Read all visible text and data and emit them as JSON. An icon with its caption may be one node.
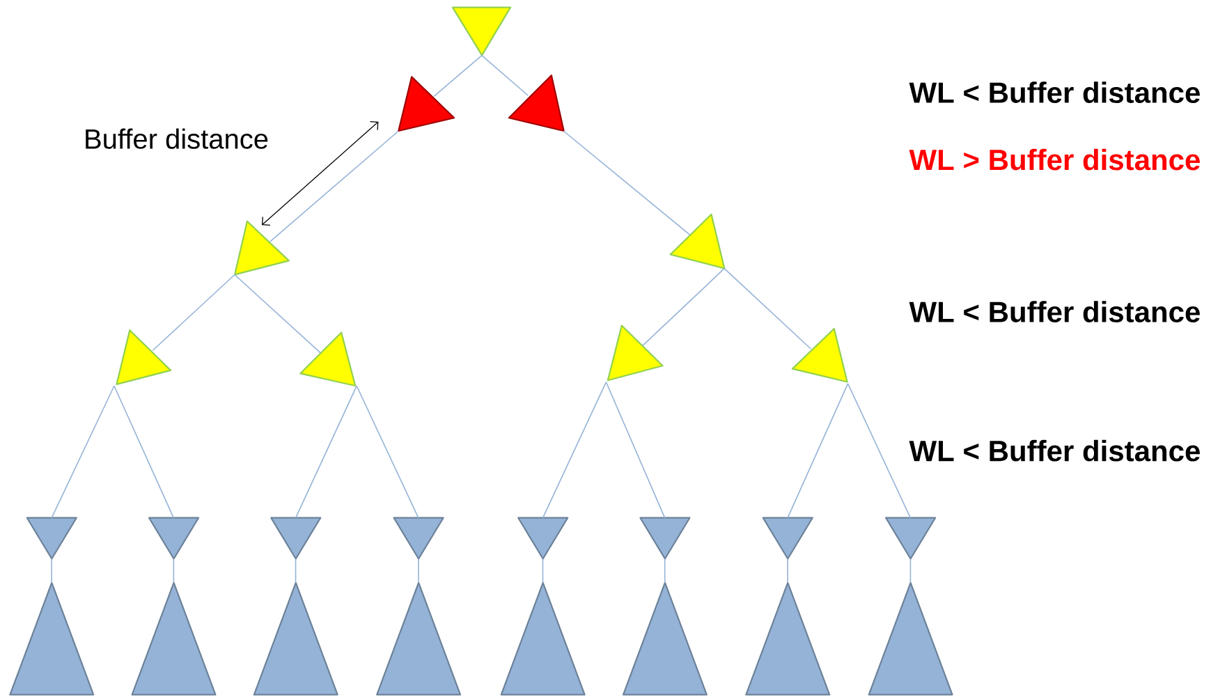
{
  "diagram": {
    "nodes": [
      {
        "text": [],
        "shape": "triangle"
      },
      {
        "text": [],
        "shape": "triangle"
      },
      {
        "text": [],
        "shape": "triangle"
      },
      {
        "text": [],
        "shape": "triangle"
      },
      {
        "text": [],
        "shape": "triangle"
      },
      {
        "text": [],
        "shape": "triangle"
      },
      {
        "text": [],
        "shape": "triangle"
      },
      {
        "text": [],
        "shape": "triangle"
      },
      {
        "text": [],
        "shape": "triangle"
      },
      {
        "text": [],
        "shape": "triangle"
      },
      {
        "text": [],
        "shape": "triangle"
      },
      {
        "text": [],
        "shape": "triangle"
      },
      {
        "text": [],
        "shape": "triangle"
      },
      {
        "text": [],
        "shape": "triangle"
      },
      {
        "text": [],
        "shape": "triangle"
      },
      {
        "text": [],
        "shape": "triangle"
      },
      {
        "text": [],
        "shape": "triangle"
      },
      {
        "text": [],
        "shape": "triangle"
      },
      {
        "text": [],
        "shape": "triangle"
      },
      {
        "text": [],
        "shape": "triangle"
      },
      {
        "text": [],
        "shape": "triangle"
      },
      {
        "text": [],
        "shape": "triangle"
      },
      {
        "text": [],
        "shape": "triangle"
      },
      {
        "text": [],
        "shape": "triangle"
      },
      {
        "text": [],
        "shape": "triangle"
      }
    ],
    "edges": [
      {
        "from": 0,
        "to": 1,
        "arrow": "none"
      },
      {
        "from": 0,
        "to": 2,
        "arrow": "none"
      },
      {
        "from": 1,
        "to": 3,
        "arrow": "none"
      },
      {
        "from": 2,
        "to": 4,
        "arrow": "none"
      },
      {
        "from": 3,
        "to": 5,
        "arrow": "none"
      },
      {
        "from": 3,
        "to": 6,
        "arrow": "none"
      },
      {
        "from": 4,
        "to": 7,
        "arrow": "none"
      },
      {
        "from": 4,
        "to": 8,
        "arrow": "none"
      },
      {
        "from": 5,
        "to": 9,
        "arrow": "none"
      },
      {
        "from": 5,
        "to": 10,
        "arrow": "none"
      },
      {
        "from": 6,
        "to": 11,
        "arrow": "none"
      },
      {
        "from": 6,
        "to": 12,
        "arrow": "none"
      },
      {
        "from": 7,
        "to": 13,
        "arrow": "none"
      },
      {
        "from": 7,
        "to": 14,
        "arrow": "none"
      },
      {
        "from": 8,
        "to": 15,
        "arrow": "none"
      },
      {
        "from": 8,
        "to": 16,
        "arrow": "none"
      },
      {
        "from": 9,
        "to": 17,
        "arrow": "none"
      },
      {
        "from": 10,
        "to": 18,
        "arrow": "none"
      },
      {
        "from": 11,
        "to": 19,
        "arrow": "none"
      },
      {
        "from": 12,
        "to": 20,
        "arrow": "none"
      },
      {
        "from": 13,
        "to": 21,
        "arrow": "none"
      },
      {
        "from": 14,
        "to": 22,
        "arrow": "none"
      },
      {
        "from": 15,
        "to": 23,
        "arrow": "none"
      },
      {
        "from": 16,
        "to": 24,
        "arrow": "none"
      }
    ],
    "labels": [
      "Buffer distance",
      "WL < Buffer distance",
      "WL > Buffer distance",
      "WL < Buffer distance",
      "WL < Buffer distance"
    ]
  }
}
